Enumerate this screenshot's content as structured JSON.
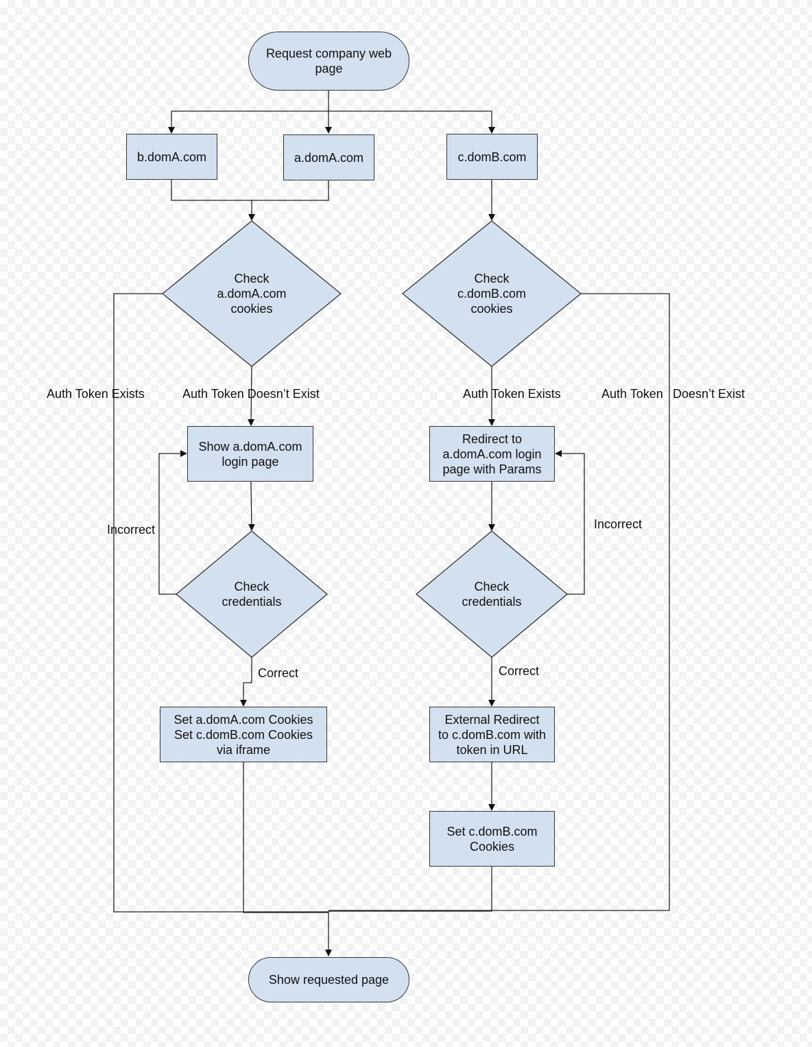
{
  "nodes": {
    "start": "Request company web page",
    "b_doma": "b.domA.com",
    "a_doma": "a.domA.com",
    "c_domb": "c.domB.com",
    "check_a_cookies": [
      "Check",
      "a.domA.com",
      "cookies"
    ],
    "check_c_cookies": [
      "Check",
      "c.domB.com",
      "cookies"
    ],
    "show_a_login": [
      "Show a.domA.com",
      "login page"
    ],
    "redirect_a_login": [
      "Redirect to",
      "a.domA.com login",
      "page with Params"
    ],
    "check_cred_left": [
      "Check",
      "credentials"
    ],
    "check_cred_right": [
      "Check",
      "credentials"
    ],
    "set_cookies_left": [
      "Set a.domA.com Cookies",
      "Set c.domB.com Cookies",
      "via iframe"
    ],
    "external_redirect": [
      "External Redirect",
      "to c.domB.com with",
      "token in URL"
    ],
    "set_c_cookies": [
      "Set c.domB.com",
      "Cookies"
    ],
    "end": "Show requested page"
  },
  "edge_labels": {
    "auth_exists_left": "Auth Token Exists",
    "auth_not_exist_left": "Auth Token Doesn’t Exist",
    "auth_exists_right": "Auth Token Exists",
    "auth_not_exist_right_1": "Auth Token",
    "auth_not_exist_right_2": "Doesn’t Exist",
    "incorrect_left": "Incorrect",
    "incorrect_right": "Incorrect",
    "correct_left": "Correct",
    "correct_right": "Correct"
  },
  "colors": {
    "fill": "#d2e0f0",
    "stroke": "#333333"
  }
}
